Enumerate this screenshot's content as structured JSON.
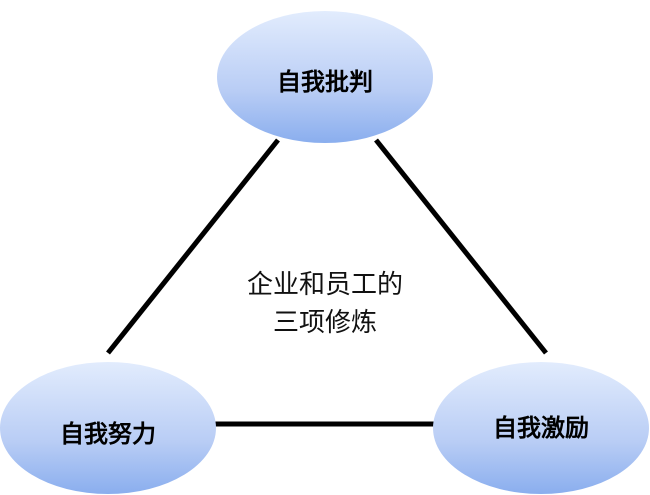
{
  "nodes": {
    "top": {
      "label": "自我批判"
    },
    "left": {
      "label": "自我努力"
    },
    "right": {
      "label": "自我激励"
    }
  },
  "center": {
    "line1": "企业和员工的",
    "line2": "三项修炼"
  },
  "colors": {
    "ellipse_top": "#e0eafc",
    "ellipse_bottom": "#8db0ef",
    "line": "#000000"
  }
}
